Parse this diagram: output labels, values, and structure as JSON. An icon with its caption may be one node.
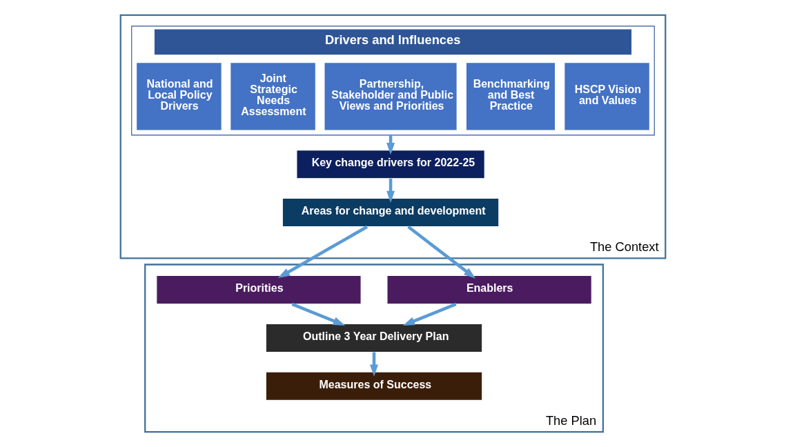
{
  "diagram": {
    "nodes": [
      {
        "text": [
          "The Context"
        ]
      },
      {
        "text": [
          "Drivers and Influences"
        ],
        "in": 0
      },
      {
        "text": [
          "National and Local Policy Drivers"
        ],
        "in": 1
      },
      {
        "text": [
          "Joint Strategic Needs Assessment"
        ],
        "in": 1
      },
      {
        "text": [
          "Partnership, Stakeholder and Public Views and Priorities"
        ],
        "in": 1
      },
      {
        "text": [
          "Benchmarking and Best Practice"
        ],
        "in": 1
      },
      {
        "text": [
          "HSCP Vision and Values"
        ],
        "in": 1
      },
      {
        "text": [
          "Key change drivers for 2022-25"
        ],
        "in": 0
      },
      {
        "text": [
          "Areas for change and development"
        ],
        "in": 0
      },
      {
        "text": [
          "The Plan"
        ]
      },
      {
        "text": [
          "Priorities"
        ],
        "in": 9
      },
      {
        "text": [
          "Enablers"
        ],
        "in": 9
      },
      {
        "text": [
          "Outline 3 Year Delivery Plan"
        ],
        "in": 9
      },
      {
        "text": [
          "Measures of Success"
        ],
        "in": 9
      }
    ],
    "edges": [
      {
        "from": 1,
        "to": 7,
        "arrow": "to"
      },
      {
        "from": 7,
        "to": 8,
        "arrow": "to"
      },
      {
        "from": 8,
        "to": 10,
        "arrow": "to"
      },
      {
        "from": 8,
        "to": 11,
        "arrow": "to"
      },
      {
        "from": 10,
        "to": 12,
        "arrow": "to"
      },
      {
        "from": 11,
        "to": 12,
        "arrow": "to"
      },
      {
        "from": 12,
        "to": 13,
        "arrow": "to"
      }
    ]
  }
}
